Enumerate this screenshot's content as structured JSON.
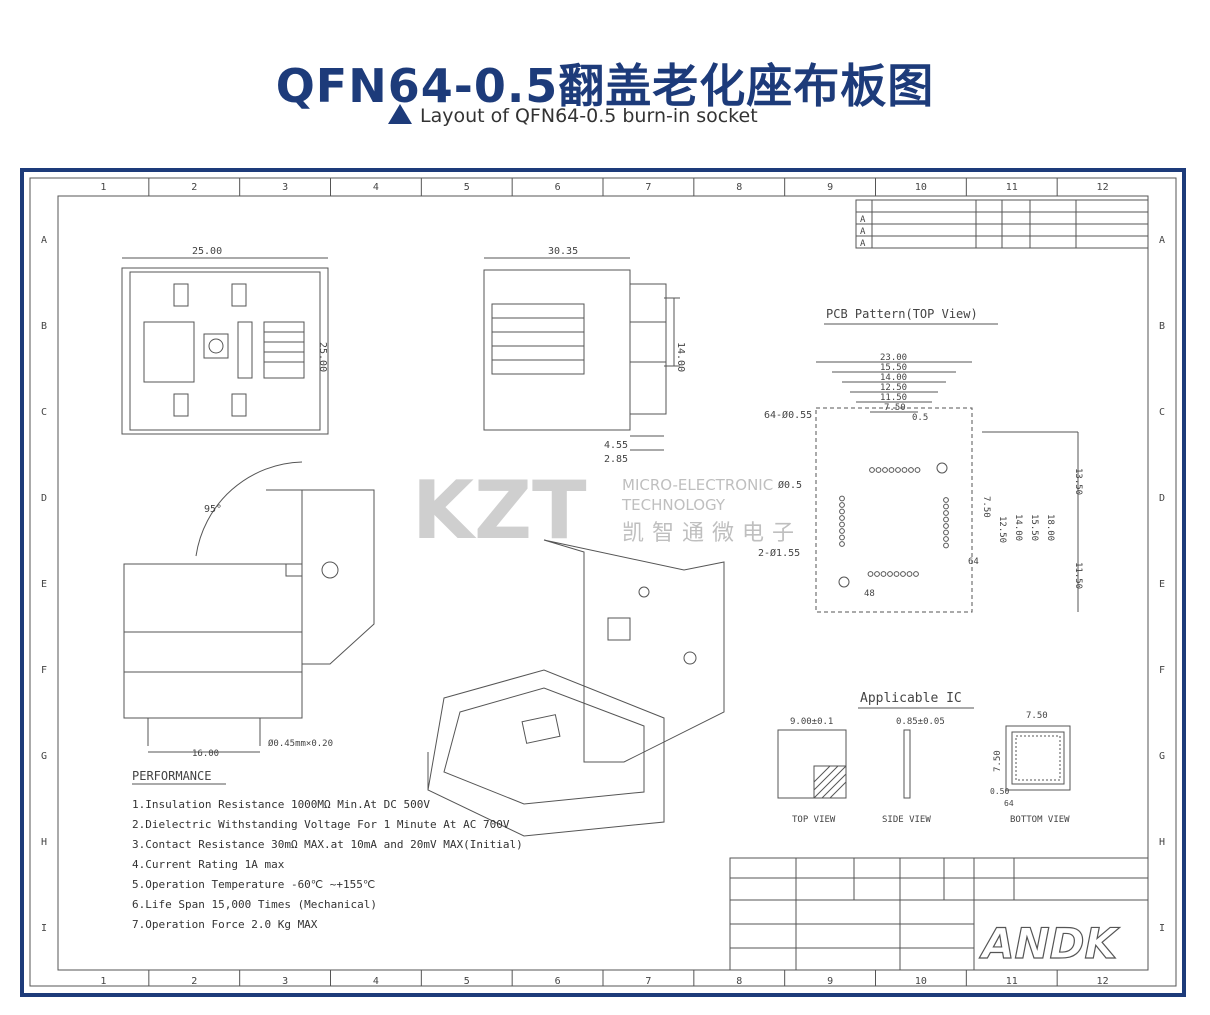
{
  "header": {
    "title": "QFN64-0.5翻盖老化座布板图",
    "subtitle": "Layout of QFN64-0.5 burn-in socket"
  },
  "drawing": {
    "dims_top_view": {
      "width": "25.00",
      "height": "25.00"
    },
    "dims_side_view": {
      "width": "30.35",
      "pin_span": "14.00",
      "dim_a": "4.55",
      "dim_b": "2.85"
    },
    "angle_label": "95°",
    "bottom_dims": {
      "span": "16.00",
      "pitch": "Ø0.45mm×0.20"
    },
    "pcb_pattern": {
      "title": "PCB Pattern(TOP View)",
      "widths": [
        "23.00",
        "15.50",
        "14.00",
        "12.50",
        "11.50",
        "7.50"
      ],
      "pitch": "0.5",
      "holes_label": "64-Ø0.55",
      "pad_label": "Ø0.5",
      "guide_holes": "2-Ø1.55",
      "right_dims": [
        "13.50",
        "7.50",
        "12.50",
        "14.00",
        "15.50",
        "18.00",
        "11.50"
      ],
      "pin_64": "64",
      "pin_48": "48"
    },
    "applicable_ic": {
      "title": "Applicable IC",
      "size": "9.00±0.1",
      "thickness": "0.85±0.05",
      "pad": "7.50",
      "pad2": "7.50",
      "pitch": "0.50",
      "pin_label": "64",
      "captions": [
        "TOP VIEW",
        "SIDE VIEW",
        "BOTTOM VIEW"
      ]
    },
    "performance": {
      "title": "PERFORMANCE",
      "items": [
        "1.Insulation Resistance 1000MΩ Min.At DC 500V",
        "2.Dielectric Withstanding Voltage For 1 Minute At AC 700V",
        "3.Contact Resistance 30mΩ MAX.at 10mA and 20mV MAX(Initial)",
        "4.Current Rating 1A max",
        "5.Operation Temperature -60℃ ~+155℃",
        "6.Life Span 15,000 Times (Mechanical)",
        "7.Operation Force 2.0 Kg MAX"
      ]
    },
    "border_numbers_top": [
      "1",
      "2",
      "3",
      "4",
      "5",
      "6",
      "7",
      "8",
      "9",
      "10",
      "11",
      "12"
    ],
    "border_letters_side": [
      "A",
      "B",
      "C",
      "D",
      "E",
      "F",
      "G",
      "H",
      "I"
    ],
    "revision_rows": [
      "A",
      "A",
      "A"
    ],
    "watermark": {
      "brand": "KZT",
      "line1": "MICRO-ELECTRONIC",
      "line2": "TECHNOLOGY",
      "line3": "凯智通微电子"
    },
    "logo": "ANDK"
  },
  "colors": {
    "accent": "#1d3b7a",
    "line": "#555555",
    "watermark": "#bfbfbf"
  }
}
